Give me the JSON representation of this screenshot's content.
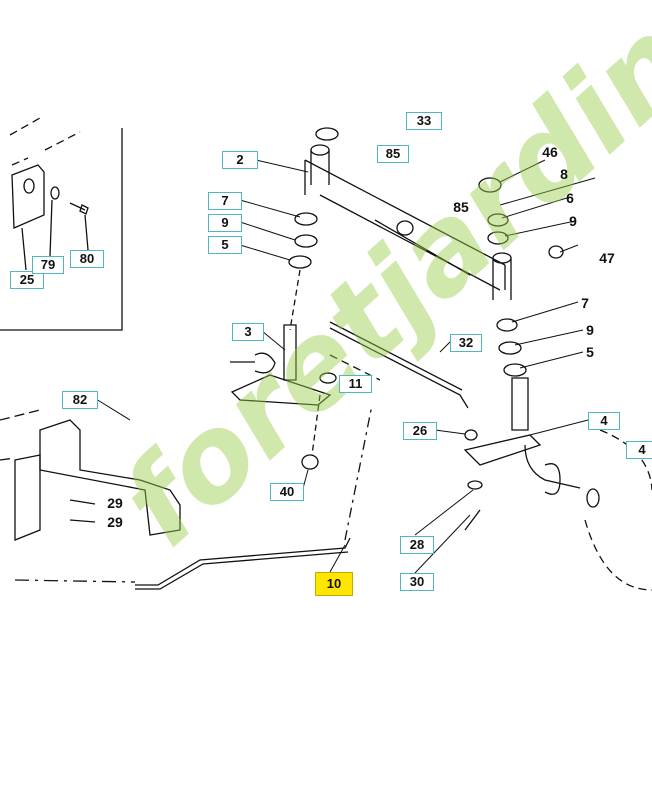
{
  "diagram": {
    "callouts": {
      "c2": "2",
      "c7a": "7",
      "c9a": "9",
      "c5a": "5",
      "c33": "33",
      "c85a": "85",
      "c46": "46",
      "c8": "8",
      "c6": "6",
      "c9b": "9",
      "c85b": "85",
      "c47": "47",
      "c7b": "7",
      "c9c": "9",
      "c5b": "5",
      "c3": "3",
      "c32": "32",
      "c11": "11",
      "c26": "26",
      "c4a": "4",
      "c4b": "4",
      "c82": "82",
      "c29a": "29",
      "c29b": "29",
      "c40": "40",
      "c28": "28",
      "c30": "30",
      "c10": "10",
      "c25": "25",
      "c79": "79",
      "c80": "80"
    },
    "highlighted_part": "10",
    "colors": {
      "callout_border": "#4fb6c4",
      "highlight": "#ffe600"
    }
  },
  "watermark": {
    "text": "foretjardin.com"
  }
}
